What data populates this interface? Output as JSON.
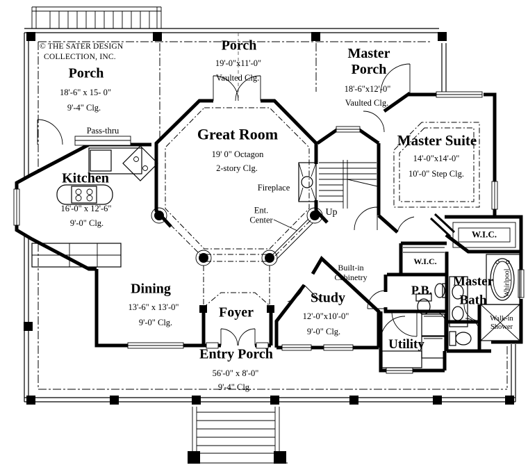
{
  "copyright": {
    "line1": "© THE SATER DESIGN",
    "line2": "COLLECTION, INC."
  },
  "rooms": {
    "porch_left": {
      "name": "Porch",
      "dim": "18'-6\" x 15- 0\"",
      "ceiling": "9'-4\" Clg."
    },
    "porch_center": {
      "name": "Porch",
      "dim": "19'-0\"x11'-0\"",
      "ceiling": "Vaulted Clg."
    },
    "master_porch": {
      "name": "Master\nPorch",
      "dim": "18'-6\"x12'-0\"",
      "ceiling": "Vaulted Clg."
    },
    "great_room": {
      "name": "Great Room",
      "dim": "19' 0\" Octagon",
      "ceiling": "2-story Clg."
    },
    "master_suite": {
      "name": "Master Suite",
      "dim": "14'-0\"x14'-0\"",
      "ceiling": "10'-0\" Step Clg."
    },
    "kitchen": {
      "name": "Kitchen",
      "dim": "16'-0\" x 12'-6\"",
      "ceiling": "9'-0\" Clg."
    },
    "dining": {
      "name": "Dining",
      "dim": "13'-6\" x 13'-0\"",
      "ceiling": "9'-0\" Clg."
    },
    "foyer": {
      "name": "Foyer"
    },
    "study": {
      "name": "Study",
      "dim": "12'-0\"x10'-0\"",
      "ceiling": "9'-0\" Clg."
    },
    "entry_porch": {
      "name": "Entry Porch",
      "dim": "56'-0\" x 8'-0\"",
      "ceiling": "9'-4\" Clg."
    },
    "utility": {
      "name": "Utility"
    },
    "powder_bath": {
      "name": "P.B."
    },
    "master_bath": {
      "name": "Master\nBath"
    },
    "wic_master": {
      "name": "W.I.C."
    },
    "wic_hall": {
      "name": "W.I.C."
    }
  },
  "annotations": {
    "pass_thru": "Pass-thru",
    "fireplace": "Fireplace",
    "ent_center": "Ent.\nCenter",
    "up": "Up",
    "built_in": "Built-in\nCabinetry",
    "whirlpool": "Whirlpool",
    "walk_in_shower": "Walk-in\nShower"
  },
  "colors": {
    "line": "#000000",
    "background": "#ffffff"
  }
}
